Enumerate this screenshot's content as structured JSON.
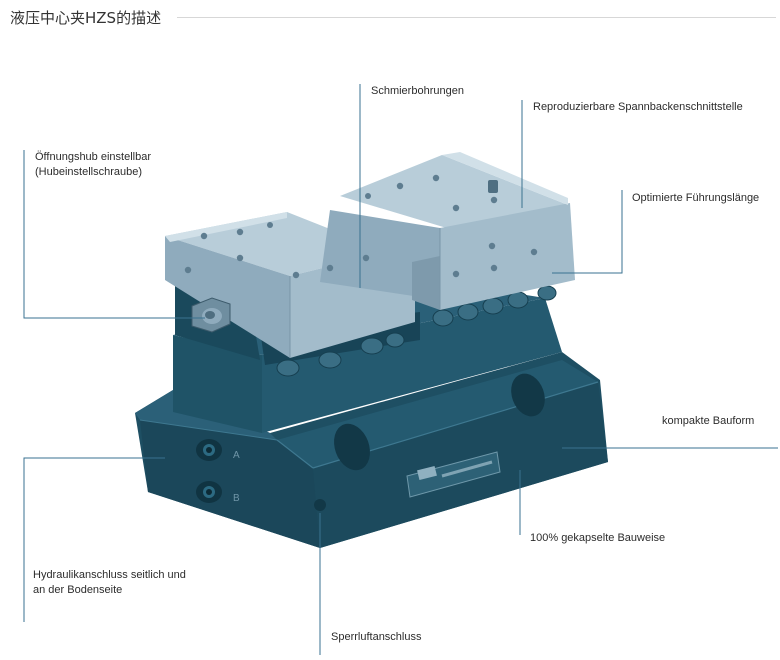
{
  "header": {
    "title": "液压中心夹HZS的描述"
  },
  "callouts": {
    "schmier": "Schmierbohrungen",
    "repro": "Reproduzierbare Spannbackenschnittstelle",
    "oeffnung_1": "Öffnungshub einstellbar",
    "oeffnung_2": "(Hubeinstellschraube)",
    "fuehrung": "Optimierte Führungslänge",
    "bauform": "kompakte Bauform",
    "hydraulik_1": "Hydraulikanschluss seitlich und",
    "hydraulik_2": "an der Bodenseite",
    "gekapselt": "100% gekapselte Bauweise",
    "sperrluft": "Sperrluftanschluss"
  },
  "port_labels": {
    "a": "A",
    "b": "B"
  },
  "colors": {
    "body_dark": "#1e4f63",
    "jaw_light": "#9db8c8",
    "leader_line": "#3a7290"
  }
}
